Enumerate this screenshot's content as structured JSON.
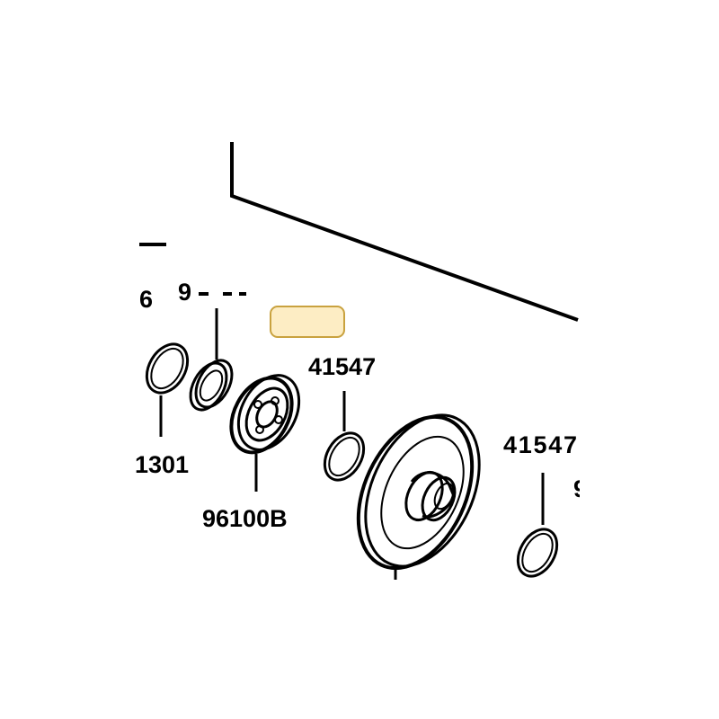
{
  "diagram": {
    "colors": {
      "ink": "#000000",
      "highlight_fill": "#fdedc4",
      "highlight_stroke": "#c9a23f",
      "background": "#ffffff"
    },
    "labels": {
      "top_left_partial": "6",
      "ring_label_left": "1301",
      "bearing_label": "96100B",
      "seal_label_top_partial": "9",
      "oring_label_center": "41547",
      "oring_label_right_partial": "41547",
      "edge_label_partial_top": "9"
    }
  }
}
